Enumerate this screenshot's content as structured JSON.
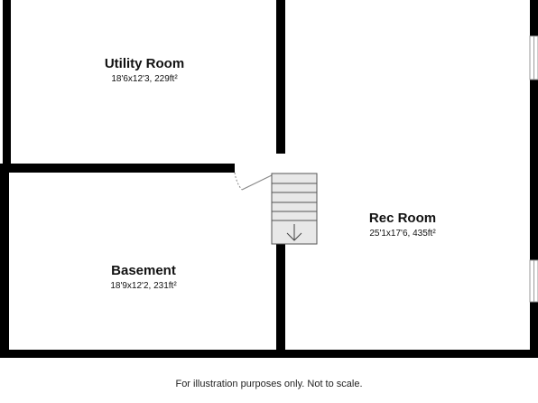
{
  "rooms": {
    "utility": {
      "name": "Utility Room",
      "dimensions": "18'6x12'3, 229ft²"
    },
    "rec": {
      "name": "Rec Room",
      "dimensions": "25'1x17'6, 435ft²"
    },
    "basement": {
      "name": "Basement",
      "dimensions": "18'9x12'2, 231ft²"
    }
  },
  "footer": {
    "note": "For illustration purposes only. Not to scale."
  },
  "colors": {
    "wall": "#000000",
    "stair_fill": "#e8e8e8",
    "background": "#ffffff"
  }
}
